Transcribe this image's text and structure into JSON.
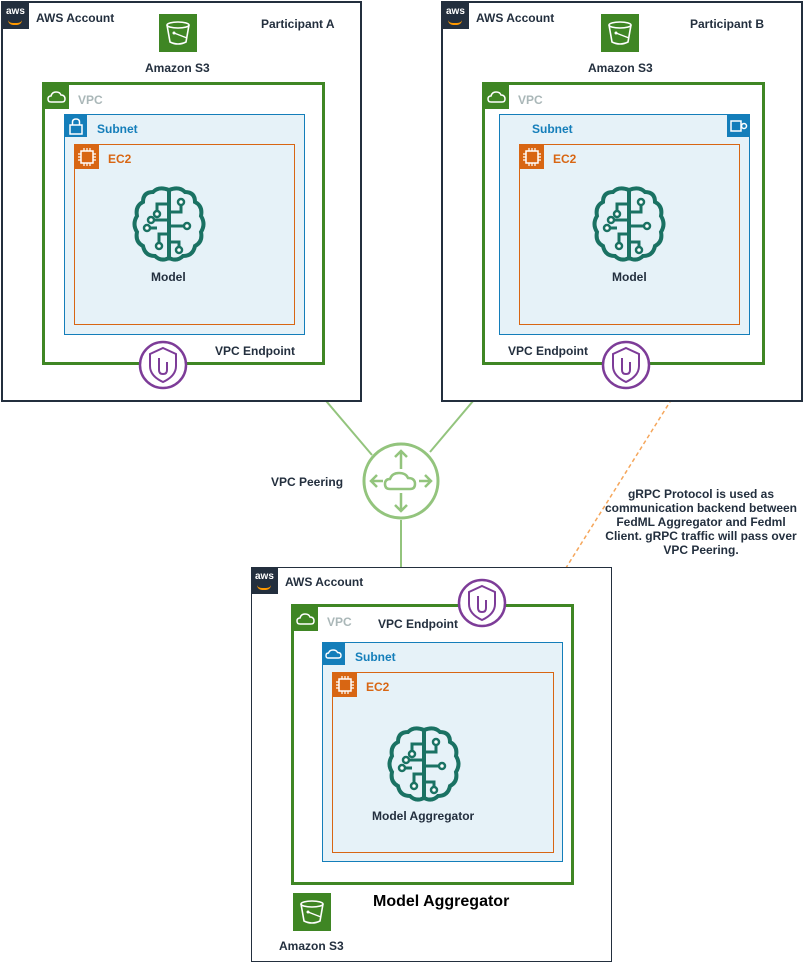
{
  "participant_a": {
    "account_label": "AWS Account",
    "participant_label": "Participant A",
    "s3_label": "Amazon S3",
    "vpc_label": "VPC",
    "subnet_label": "Subnet",
    "ec2_label": "EC2",
    "model_label": "Model",
    "endpoint_label": "VPC Endpoint"
  },
  "participant_b": {
    "account_label": "AWS Account",
    "participant_label": "Participant B",
    "s3_label": "Amazon S3",
    "vpc_label": "VPC",
    "subnet_label": "Subnet",
    "ec2_label": "EC2",
    "model_label": "Model",
    "endpoint_label": "VPC Endpoint"
  },
  "peering": {
    "label": "VPC Peering"
  },
  "grpc_note": {
    "lines": [
      "gRPC Protocol is used as",
      "communication backend between",
      "FedML Aggregator and Fedml",
      "Client. gRPC traffic will pass over",
      "VPC Peering."
    ]
  },
  "aggregator": {
    "account_label": "AWS Account",
    "vpc_label": "VPC",
    "endpoint_label": "VPC Endpoint",
    "subnet_label": "Subnet",
    "ec2_label": "EC2",
    "model_label": "Model Aggregator",
    "title": "Model Aggregator",
    "s3_label": "Amazon S3"
  },
  "colors": {
    "vpc_green": "#3f8624",
    "subnet_blue": "#147eba",
    "ec2_orange": "#d86613",
    "endpoint_purple": "#8c4fff",
    "peering_green": "#93c47d",
    "model_teal": "#01a88d",
    "grpc_arrow": "#f5a65b"
  },
  "icons": {
    "account": "aws-logo-icon",
    "s3": "s3-bucket-icon",
    "vpc": "cloud-icon",
    "subnet": "lock-icon",
    "ec2": "chip-icon",
    "model": "brain-icon",
    "endpoint": "shield-icon",
    "peering": "router-icon"
  }
}
